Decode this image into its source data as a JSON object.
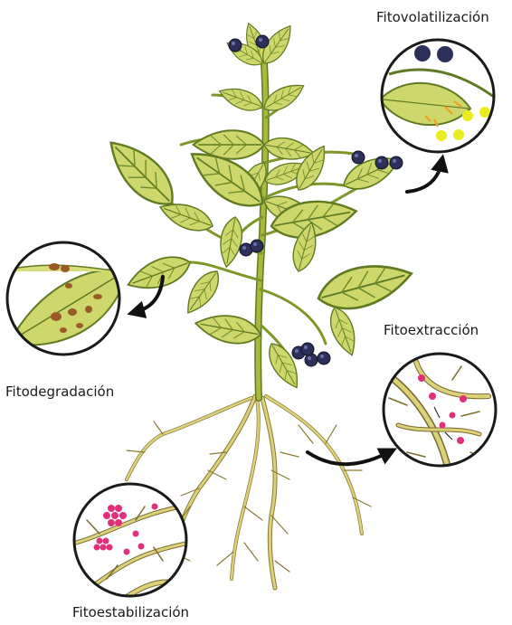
{
  "labels": {
    "volatilization": "Fitovolatilización",
    "extraction": "Fitoextracción",
    "degradation": "Fitodegradación",
    "stabilization": "Fitoestabilización"
  },
  "colors": {
    "leaf": "#c9d46a",
    "leaf_light": "#e4e58c",
    "leaf_dark": "#6f8a2a",
    "vein": "#4e6a1e",
    "stem": "#a7b63a",
    "root": "#d9cf78",
    "root_outline": "#7a6a2e",
    "berry": "#2c2f57",
    "stain": "#9a5a28",
    "particle_yellow": "#e8ee1e",
    "arrow_orange": "#f39c1e",
    "particle_pink": "#e0307a",
    "circle_border": "#1a1a1a",
    "arrow": "#111111"
  },
  "icons": [
    "plant-illustration",
    "curved-arrow-icon",
    "berry-icon",
    "leaf-icon",
    "root-icon"
  ]
}
